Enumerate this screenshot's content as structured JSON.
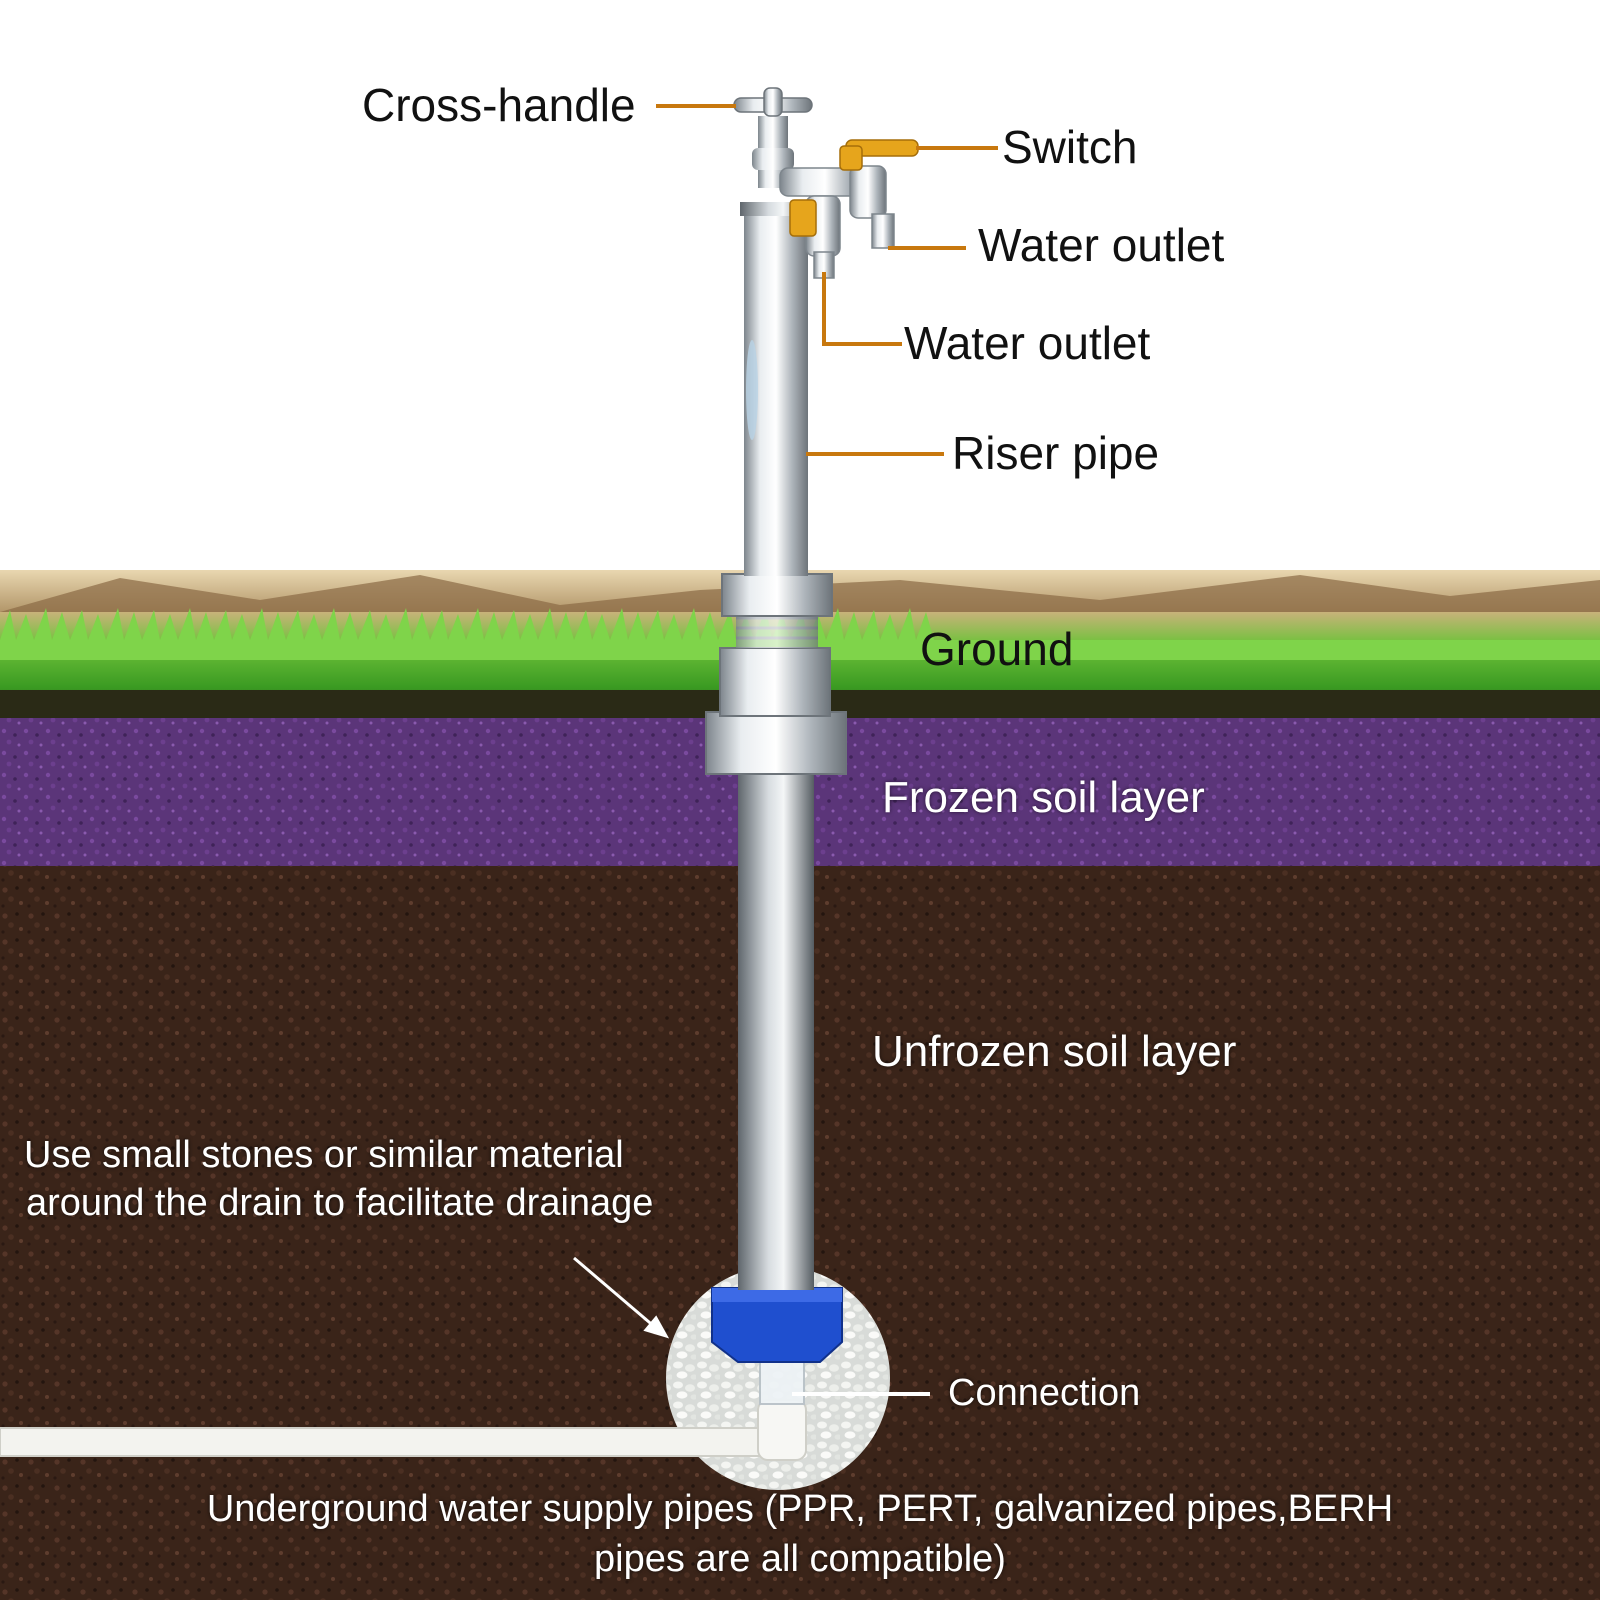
{
  "labels": {
    "cross_handle": "Cross-handle",
    "switch": "Switch",
    "water_outlet_1": "Water outlet",
    "water_outlet_2": "Water outlet",
    "riser_pipe": "Riser pipe",
    "ground": "Ground",
    "frozen_soil_layer": "Frozen soil layer",
    "unfrozen_soil_layer": "Unfrozen soil layer",
    "drainage_note_line1": "Use small stones or similar material",
    "drainage_note_line2": "around the drain to facilitate drainage",
    "connection": "Connection",
    "supply_pipes_line1": "Underground water supply pipes (PPR, PERT, galvanized pipes,BERH",
    "supply_pipes_line2": "pipes are all compatible)"
  },
  "colors": {
    "leader_line": "#c8780e",
    "grass": "#3f9e2a",
    "frozen_soil": "#5a3478",
    "unfrozen_soil": "#3b241b",
    "pipe_steel": "#c9ced3",
    "valve_yellow": "#e6a51c",
    "base_blue": "#1f4fcf"
  }
}
